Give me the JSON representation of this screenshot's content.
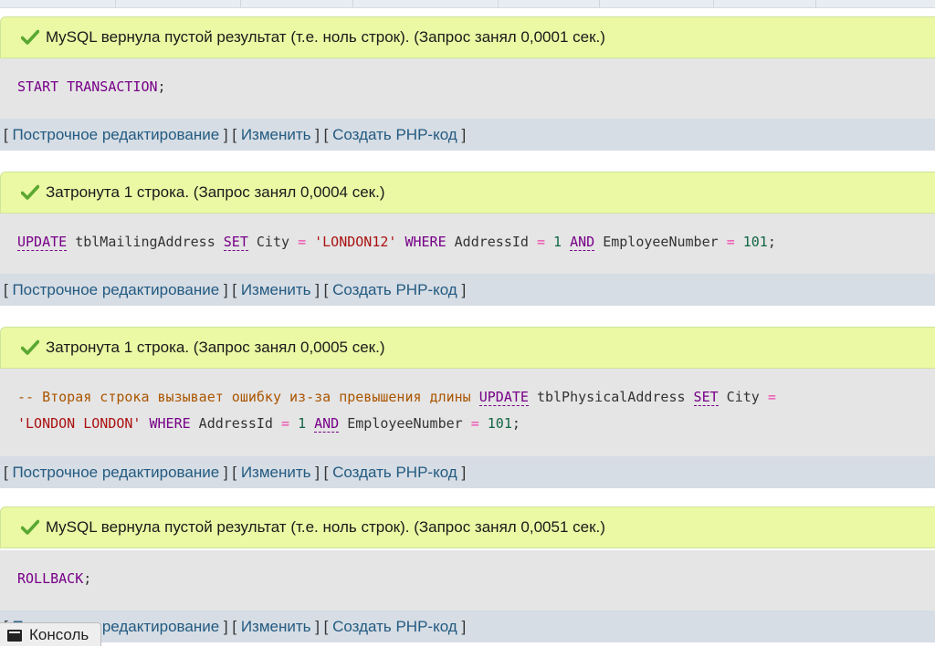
{
  "blocks": [
    {
      "message": "MySQL вернула пустой результат (т.е. ноль строк). (Запрос занял 0,0001 сек.)",
      "sql_lines": [
        [
          [
            "kw",
            "START TRANSACTION"
          ],
          [
            "id",
            ";"
          ]
        ]
      ]
    },
    {
      "message": "Затронута 1 строка. (Запрос занял 0,0004 сек.)",
      "sql_lines": [
        [
          [
            "kwu",
            "UPDATE"
          ],
          [
            "id",
            " tblMailingAddress "
          ],
          [
            "kwu",
            "SET"
          ],
          [
            "id",
            " City "
          ],
          [
            "op",
            "="
          ],
          [
            "id",
            " "
          ],
          [
            "str",
            "'LONDON12'"
          ],
          [
            "id",
            " "
          ],
          [
            "kw",
            "WHERE"
          ],
          [
            "id",
            " AddressId "
          ],
          [
            "op",
            "="
          ],
          [
            "id",
            " "
          ],
          [
            "num",
            "1"
          ],
          [
            "id",
            " "
          ],
          [
            "kwu",
            "AND"
          ],
          [
            "id",
            " EmployeeNumber "
          ],
          [
            "op",
            "="
          ],
          [
            "id",
            " "
          ],
          [
            "num",
            "101"
          ],
          [
            "id",
            ";"
          ]
        ]
      ]
    },
    {
      "message": "Затронута 1 строка. (Запрос занял 0,0005 сек.)",
      "sql_lines": [
        [
          [
            "cm",
            "-- Вторая строка вызывает ошибку из-за превышения длины"
          ],
          [
            "id",
            " "
          ],
          [
            "kwu",
            "UPDATE"
          ],
          [
            "id",
            " tblPhysicalAddress "
          ],
          [
            "kwu",
            "SET"
          ],
          [
            "id",
            " City "
          ],
          [
            "op",
            "="
          ]
        ],
        [
          [
            "str",
            "'LONDON LONDON'"
          ],
          [
            "id",
            " "
          ],
          [
            "kw",
            "WHERE"
          ],
          [
            "id",
            " AddressId "
          ],
          [
            "op",
            "="
          ],
          [
            "id",
            " "
          ],
          [
            "num",
            "1"
          ],
          [
            "id",
            " "
          ],
          [
            "kwu",
            "AND"
          ],
          [
            "id",
            " EmployeeNumber "
          ],
          [
            "op",
            "="
          ],
          [
            "id",
            " "
          ],
          [
            "num",
            "101"
          ],
          [
            "id",
            ";"
          ]
        ]
      ]
    },
    {
      "message": "MySQL вернула пустой результат (т.е. ноль строк). (Запрос занял 0,0051 сек.)",
      "sql_lines": [
        [
          [
            "kw",
            "ROLLBACK"
          ],
          [
            "id",
            ";"
          ]
        ]
      ]
    }
  ],
  "links": {
    "inline_edit": "Построчное редактирование",
    "edit": "Изменить",
    "create_php": "Создать PHP-код"
  },
  "console": {
    "label": "Консоль"
  },
  "colors": {
    "success_bg": "#ebf8a4",
    "sql_bg": "#e5e5e5",
    "links_bg": "#d6dde4",
    "link": "#235a81",
    "keyword": "#770088"
  }
}
